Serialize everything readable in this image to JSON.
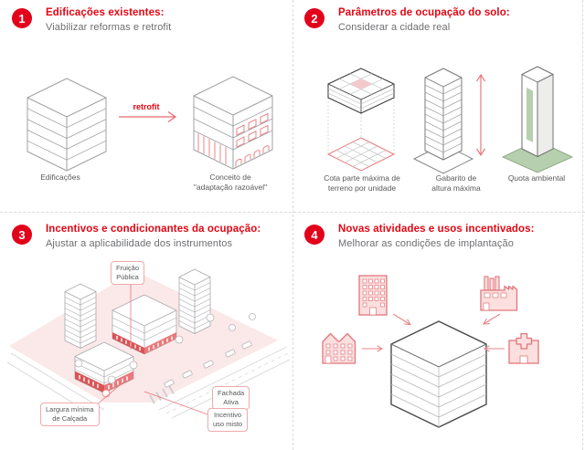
{
  "colors": {
    "accent_red": "#e30613",
    "badge_red": "#e2001a",
    "soft_red": "#e8797c",
    "icon_pink_fill": "#fcdfdf",
    "plaza_pink": "#fbe8e8",
    "green": "#b6cfae",
    "subtitle_gray": "#6d6e71",
    "caption_gray": "#58595b",
    "line_gray": "#9ea0a3"
  },
  "quadrant1": {
    "number": "1",
    "title": "Edificações existentes:",
    "subtitle": "Viabilizar reformas e retrofit",
    "arrow_label": "retrofit",
    "caption_left": "Edificações",
    "caption_right": "Conceito de\n\"adaptação razoável\""
  },
  "quadrant2": {
    "number": "2",
    "title": "Parâmetros de ocupação do solo:",
    "subtitle": "Considerar a cidade real",
    "caption_1": "Cota parte máxima de\nterreno por unidade",
    "caption_2": "Gabarito de\naltura máxima",
    "caption_3": "Quota ambiental"
  },
  "quadrant3": {
    "number": "3",
    "title": "Incentivos e condicionantes da ocupação:",
    "subtitle": "Ajustar a aplicabilidade dos instrumentos",
    "label_fruicao": "Fruição\nPública",
    "label_calcada": "Largura mínima\nde Calçada",
    "label_fachada": "Fachada\nAtiva",
    "label_incentivo": "Incentivo\nuso misto"
  },
  "quadrant4": {
    "number": "4",
    "title": "Novas atividades e usos incentivados:",
    "subtitle": "Melhorar as condições de implantação",
    "icons": [
      "office-building",
      "factory",
      "industrial-shed",
      "hospital"
    ]
  }
}
